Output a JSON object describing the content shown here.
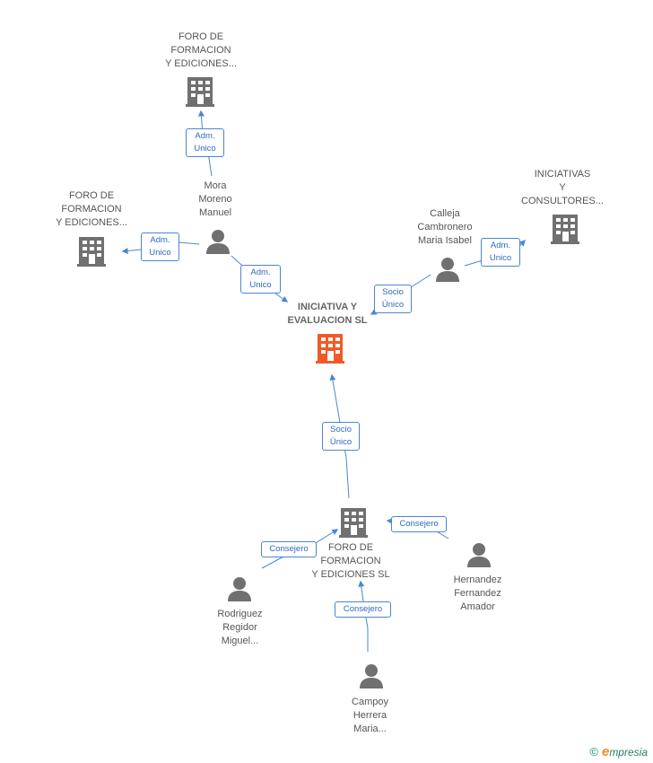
{
  "nodes": {
    "iniciativa": {
      "label": "INICIATIVA Y\nEVALUACION SL"
    },
    "foro_top": {
      "label": "FORO DE\nFORMACION\nY EDICIONES..."
    },
    "foro_left": {
      "label": "FORO DE\nFORMACION\nY EDICIONES..."
    },
    "iniciativas_consultores": {
      "label": "INICIATIVAS\nY\nCONSULTORES..."
    },
    "mora": {
      "label": "Mora\nMoreno\nManuel"
    },
    "calleja": {
      "label": "Calleja\nCambronero\nMaria Isabel"
    },
    "foro_sl": {
      "label": "FORO DE\nFORMACION\nY EDICIONES SL"
    },
    "hernandez": {
      "label": "Hernandez\nFernandez\nAmador"
    },
    "rodriguez": {
      "label": "Rodriguez\nRegidor\nMiguel..."
    },
    "campoy": {
      "label": "Campoy\nHerrera\nMaria..."
    }
  },
  "edges": {
    "mora_foro_top": "Adm.\nUnico",
    "mora_foro_left": "Adm.\nUnico",
    "mora_iniciativa": "Adm.\nUnico",
    "calleja_iniciativas": "Adm.\nUnico",
    "calleja_iniciativa": "Socio\nÚnico",
    "foro_sl_iniciativa": "Socio\nÚnico",
    "hernandez_foro_sl": "Consejero",
    "rodriguez_foro_sl": "Consejero",
    "campoy_foro_sl": "Consejero"
  },
  "colors": {
    "focus_company": "#f05a28",
    "company": "#707070",
    "person": "#707070",
    "edge": "#4a86d4"
  },
  "footer": {
    "copyright": "©",
    "brand_initial": "e",
    "brand_rest": "mpresia"
  }
}
